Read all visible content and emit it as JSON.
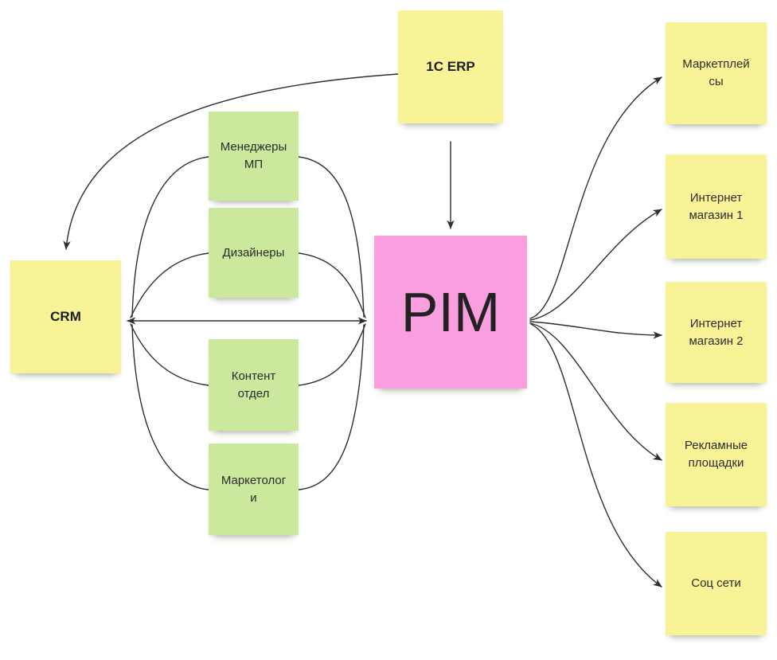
{
  "diagram": {
    "title": "PIM sticky-note diagram",
    "colors": {
      "background": "#ffffff",
      "sticky_yellow": "#f9f398",
      "sticky_green": "#cbe89d",
      "sticky_pink": "#f99edf",
      "arrow": "#2e2e2e"
    },
    "nodes": {
      "erp": {
        "label": "1C ERP"
      },
      "crm": {
        "label": "CRM"
      },
      "managers": {
        "label": "Менеджеры МП"
      },
      "designers": {
        "label": "Дизайнеры"
      },
      "content": {
        "label": "Контент отдел"
      },
      "marketers": {
        "label": "Маркетологи"
      },
      "pim": {
        "label": "PIM"
      },
      "marketplaces": {
        "label": "Маркетплейсы"
      },
      "shop1": {
        "label": "Интернет магазин 1"
      },
      "shop2": {
        "label": "Интернет магазин 2"
      },
      "ads": {
        "label": "Рекламные площадки"
      },
      "social": {
        "label": "Соц сети"
      }
    },
    "edges": [
      {
        "from": "1C ERP",
        "to": "CRM",
        "arrow": "end"
      },
      {
        "from": "1C ERP",
        "to": "PIM",
        "arrow": "end"
      },
      {
        "from": "CRM",
        "to": "PIM",
        "arrow": "both"
      },
      {
        "from": "Менеджеры МП",
        "to": "CRM/PIM axis",
        "arrow": "none"
      },
      {
        "from": "Дизайнеры",
        "to": "CRM/PIM axis",
        "arrow": "none"
      },
      {
        "from": "Контент отдел",
        "to": "CRM/PIM axis",
        "arrow": "none"
      },
      {
        "from": "Маркетологи",
        "to": "CRM/PIM axis",
        "arrow": "none"
      },
      {
        "from": "PIM",
        "to": "Маркетплейсы",
        "arrow": "end"
      },
      {
        "from": "PIM",
        "to": "Интернет магазин 1",
        "arrow": "end"
      },
      {
        "from": "PIM",
        "to": "Интернет магазин 2",
        "arrow": "end"
      },
      {
        "from": "PIM",
        "to": "Рекламные площадки",
        "arrow": "end"
      },
      {
        "from": "PIM",
        "to": "Соц сети",
        "arrow": "end"
      }
    ]
  }
}
